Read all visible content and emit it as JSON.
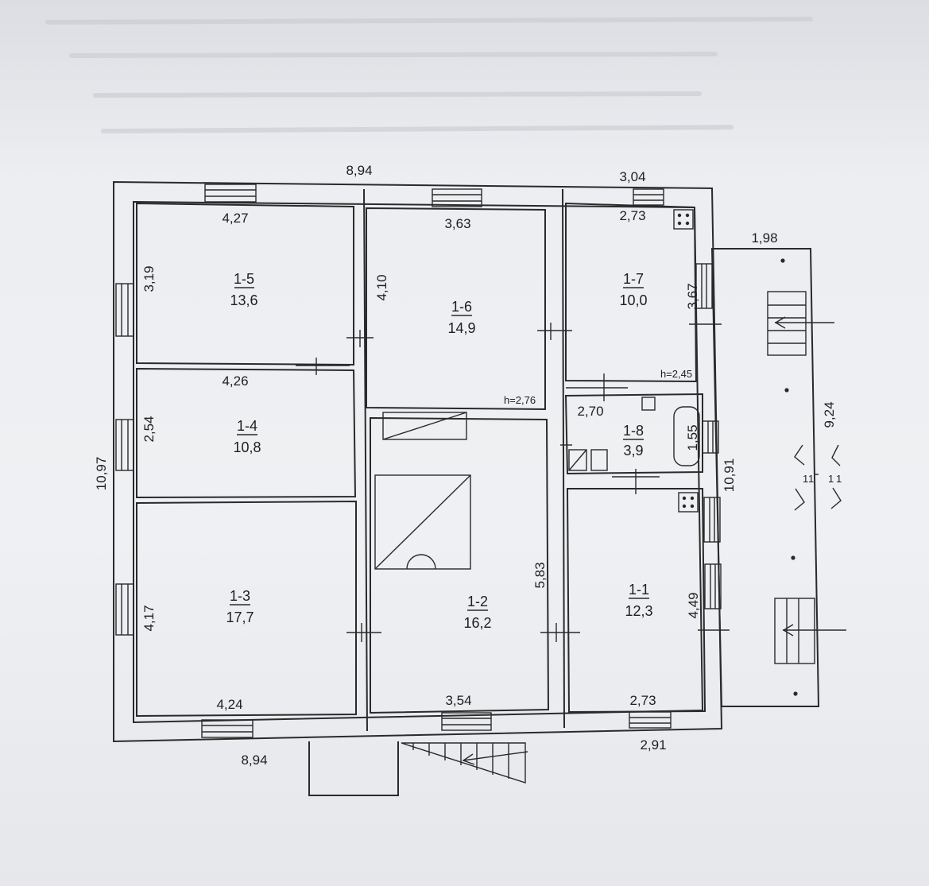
{
  "rooms": [
    {
      "id": "1-5",
      "area": "13,6"
    },
    {
      "id": "1-6",
      "area": "14,9"
    },
    {
      "id": "1-7",
      "area": "10,0"
    },
    {
      "id": "1-4",
      "area": "10,8"
    },
    {
      "id": "1-8",
      "area": "3,9"
    },
    {
      "id": "1-3",
      "area": "17,7"
    },
    {
      "id": "1-2",
      "area": "16,2"
    },
    {
      "id": "1-1",
      "area": "12,3"
    }
  ],
  "dims": {
    "top_left": "8,94",
    "top_right": "3,04",
    "bottom_left": "8,94",
    "bottom_right": "2,91",
    "left_total": "10,97",
    "right_total": "10,91",
    "terrace_width": "1,98",
    "terrace_length": "9,24",
    "r15_width": "4,27",
    "r15_height": "3,19",
    "r16_width": "3,63",
    "r16_height": "4,10",
    "r17_width": "2,73",
    "r17_height": "3,67",
    "r14_width": "4,26",
    "r14_height": "2,54",
    "r18_width": "2,70",
    "r18_height": "1,55",
    "r13_width": "4,24",
    "r13_height": "4,17",
    "r12_width": "3,54",
    "r12_height": "5,83",
    "r11_width": "2,73",
    "r11_height": "4,49"
  },
  "heights": {
    "r16": "h=2,76",
    "r17": "h=2,45"
  },
  "section_marks": [
    "1",
    "1",
    "1",
    "1"
  ]
}
